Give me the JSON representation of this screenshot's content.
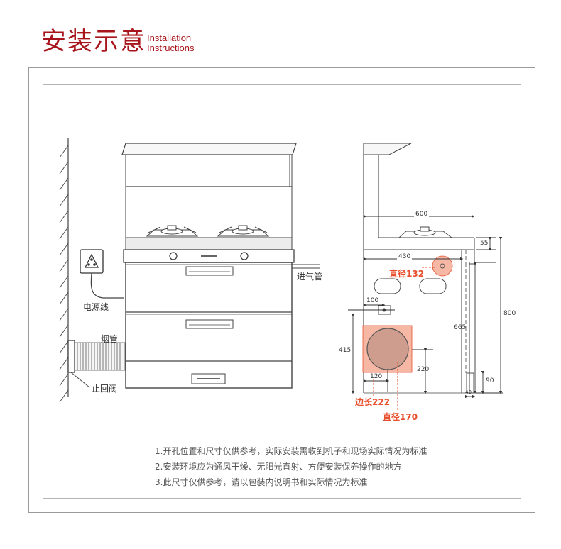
{
  "header": {
    "title_cn": "安装示意",
    "title_en_line1": "Installation",
    "title_en_line2": "Instructions"
  },
  "front_view": {
    "label_intake": "进气管",
    "label_power_cord": "电源线",
    "label_flue": "烟管",
    "label_check_valve": "止回阀"
  },
  "side_view": {
    "dim_600": "600",
    "dim_55": "55",
    "dim_430": "430",
    "dim_800": "800",
    "dim_665": "665",
    "dim_100": "100",
    "dim_415": "415",
    "dim_120": "120",
    "dim_220": "220",
    "dim_90": "90",
    "dim_40": "40",
    "label_dia132": "直径132",
    "label_side222": "边长222",
    "label_dia170": "直径170"
  },
  "notes": [
    "1.开孔位置和尺寸仅供参考，实际安装需收到机子和现场实际情况为标准",
    "2.安装环境应为通风干燥、无阳光直射、方便安装保养操作的地方",
    "3.此尺寸仅供参考，请以包装内说明书和实际情况为标准"
  ],
  "colors": {
    "title": "#a8141b",
    "accent": "#e8502d",
    "accent_fill": "#f6b7a5"
  }
}
